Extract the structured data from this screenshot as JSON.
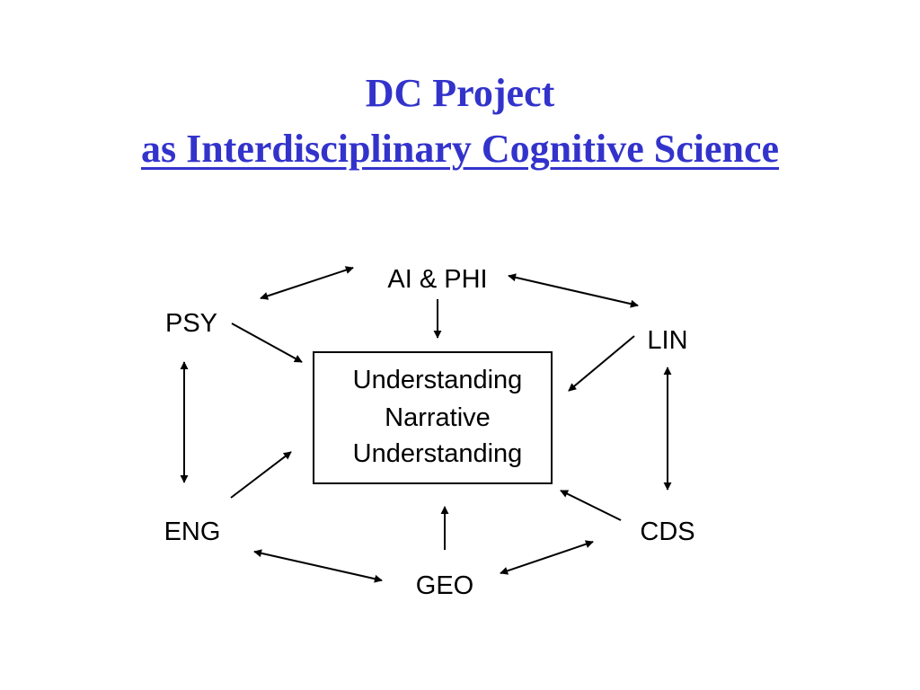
{
  "title": {
    "line1": "DC Project",
    "line2": "as Interdisciplinary Cognitive Science"
  },
  "colors": {
    "title": "#3333cc",
    "stroke": "#000000"
  },
  "diagram": {
    "center": {
      "lines": [
        "Understanding",
        "Narrative",
        "Understanding"
      ]
    },
    "nodes": {
      "ai_phi": "AI & PHI",
      "psy": "PSY",
      "lin": "LIN",
      "eng": "ENG",
      "cds": "CDS",
      "geo": "GEO"
    }
  }
}
